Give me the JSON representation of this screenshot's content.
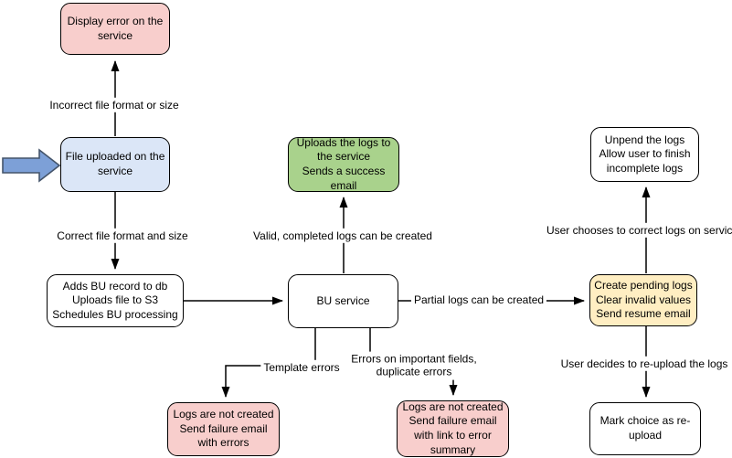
{
  "diagram": {
    "nodes": {
      "display_error": {
        "lines": [
          "Display error on the service"
        ],
        "fill": "#f8cecc"
      },
      "file_uploaded": {
        "lines": [
          "File uploaded on the service"
        ],
        "fill": "#dbe6f7"
      },
      "adds_bu": {
        "lines": [
          "Adds BU record to db",
          "Uploads file to S3",
          "Schedules BU processing"
        ],
        "fill": "#ffffff"
      },
      "uploads_logs": {
        "lines": [
          "Uploads the logs to the service",
          "Sends a success email"
        ],
        "fill": "#a9d28c"
      },
      "bu_service": {
        "lines": [
          "BU service"
        ],
        "fill": "#ffffff"
      },
      "failure_errors": {
        "lines": [
          "Logs are not created",
          "Send failure email with errors"
        ],
        "fill": "#f8cecc"
      },
      "failure_summary": {
        "lines": [
          "Logs are not created",
          "Send failure email with link to error summary"
        ],
        "fill": "#f8cecc"
      },
      "create_pending": {
        "lines": [
          "Create pending logs",
          "Clear invalid values",
          "Send resume email"
        ],
        "fill": "#ffeec2"
      },
      "unpend": {
        "lines": [
          "Unpend the logs",
          "Allow user to finish incomplete logs"
        ],
        "fill": "#ffffff"
      },
      "mark_choice": {
        "lines": [
          "Mark choice as re-upload"
        ],
        "fill": "#ffffff"
      }
    },
    "edges": {
      "incorrect_format": {
        "from": "file_uploaded",
        "to": "display_error",
        "label": "Incorrect file format or size"
      },
      "correct_format": {
        "from": "file_uploaded",
        "to": "adds_bu",
        "label": "Correct file format and size"
      },
      "schedule_to_service": {
        "from": "adds_bu",
        "to": "bu_service",
        "label": ""
      },
      "valid_logs": {
        "from": "bu_service",
        "to": "uploads_logs",
        "label": "Valid, completed logs can be created"
      },
      "partial_logs": {
        "from": "bu_service",
        "to": "create_pending",
        "label": "Partial logs can be created"
      },
      "template_errors": {
        "from": "bu_service",
        "to": "failure_errors",
        "label": "Template errors"
      },
      "important_field_errors": {
        "from": "bu_service",
        "to": "failure_summary",
        "label": "Errors on important fields, duplicate errors"
      },
      "user_corrects": {
        "from": "create_pending",
        "to": "unpend",
        "label": "User chooses to correct logs on service"
      },
      "user_reuploads": {
        "from": "create_pending",
        "to": "mark_choice",
        "label": "User decides to re-upload the logs"
      }
    },
    "colors": {
      "node_red_fill": "#f8cecc",
      "node_blue_fill": "#dbe6f7",
      "node_green_fill": "#a9d28c",
      "node_yellow_fill": "#ffeec2",
      "node_white_fill": "#ffffff",
      "node_stroke": "#000000",
      "edge_stroke": "#000000",
      "pointer_arrow_fill": "#7da0d7",
      "pointer_arrow_stroke": "#44546a",
      "canvas_bg": "#ffffff"
    }
  }
}
